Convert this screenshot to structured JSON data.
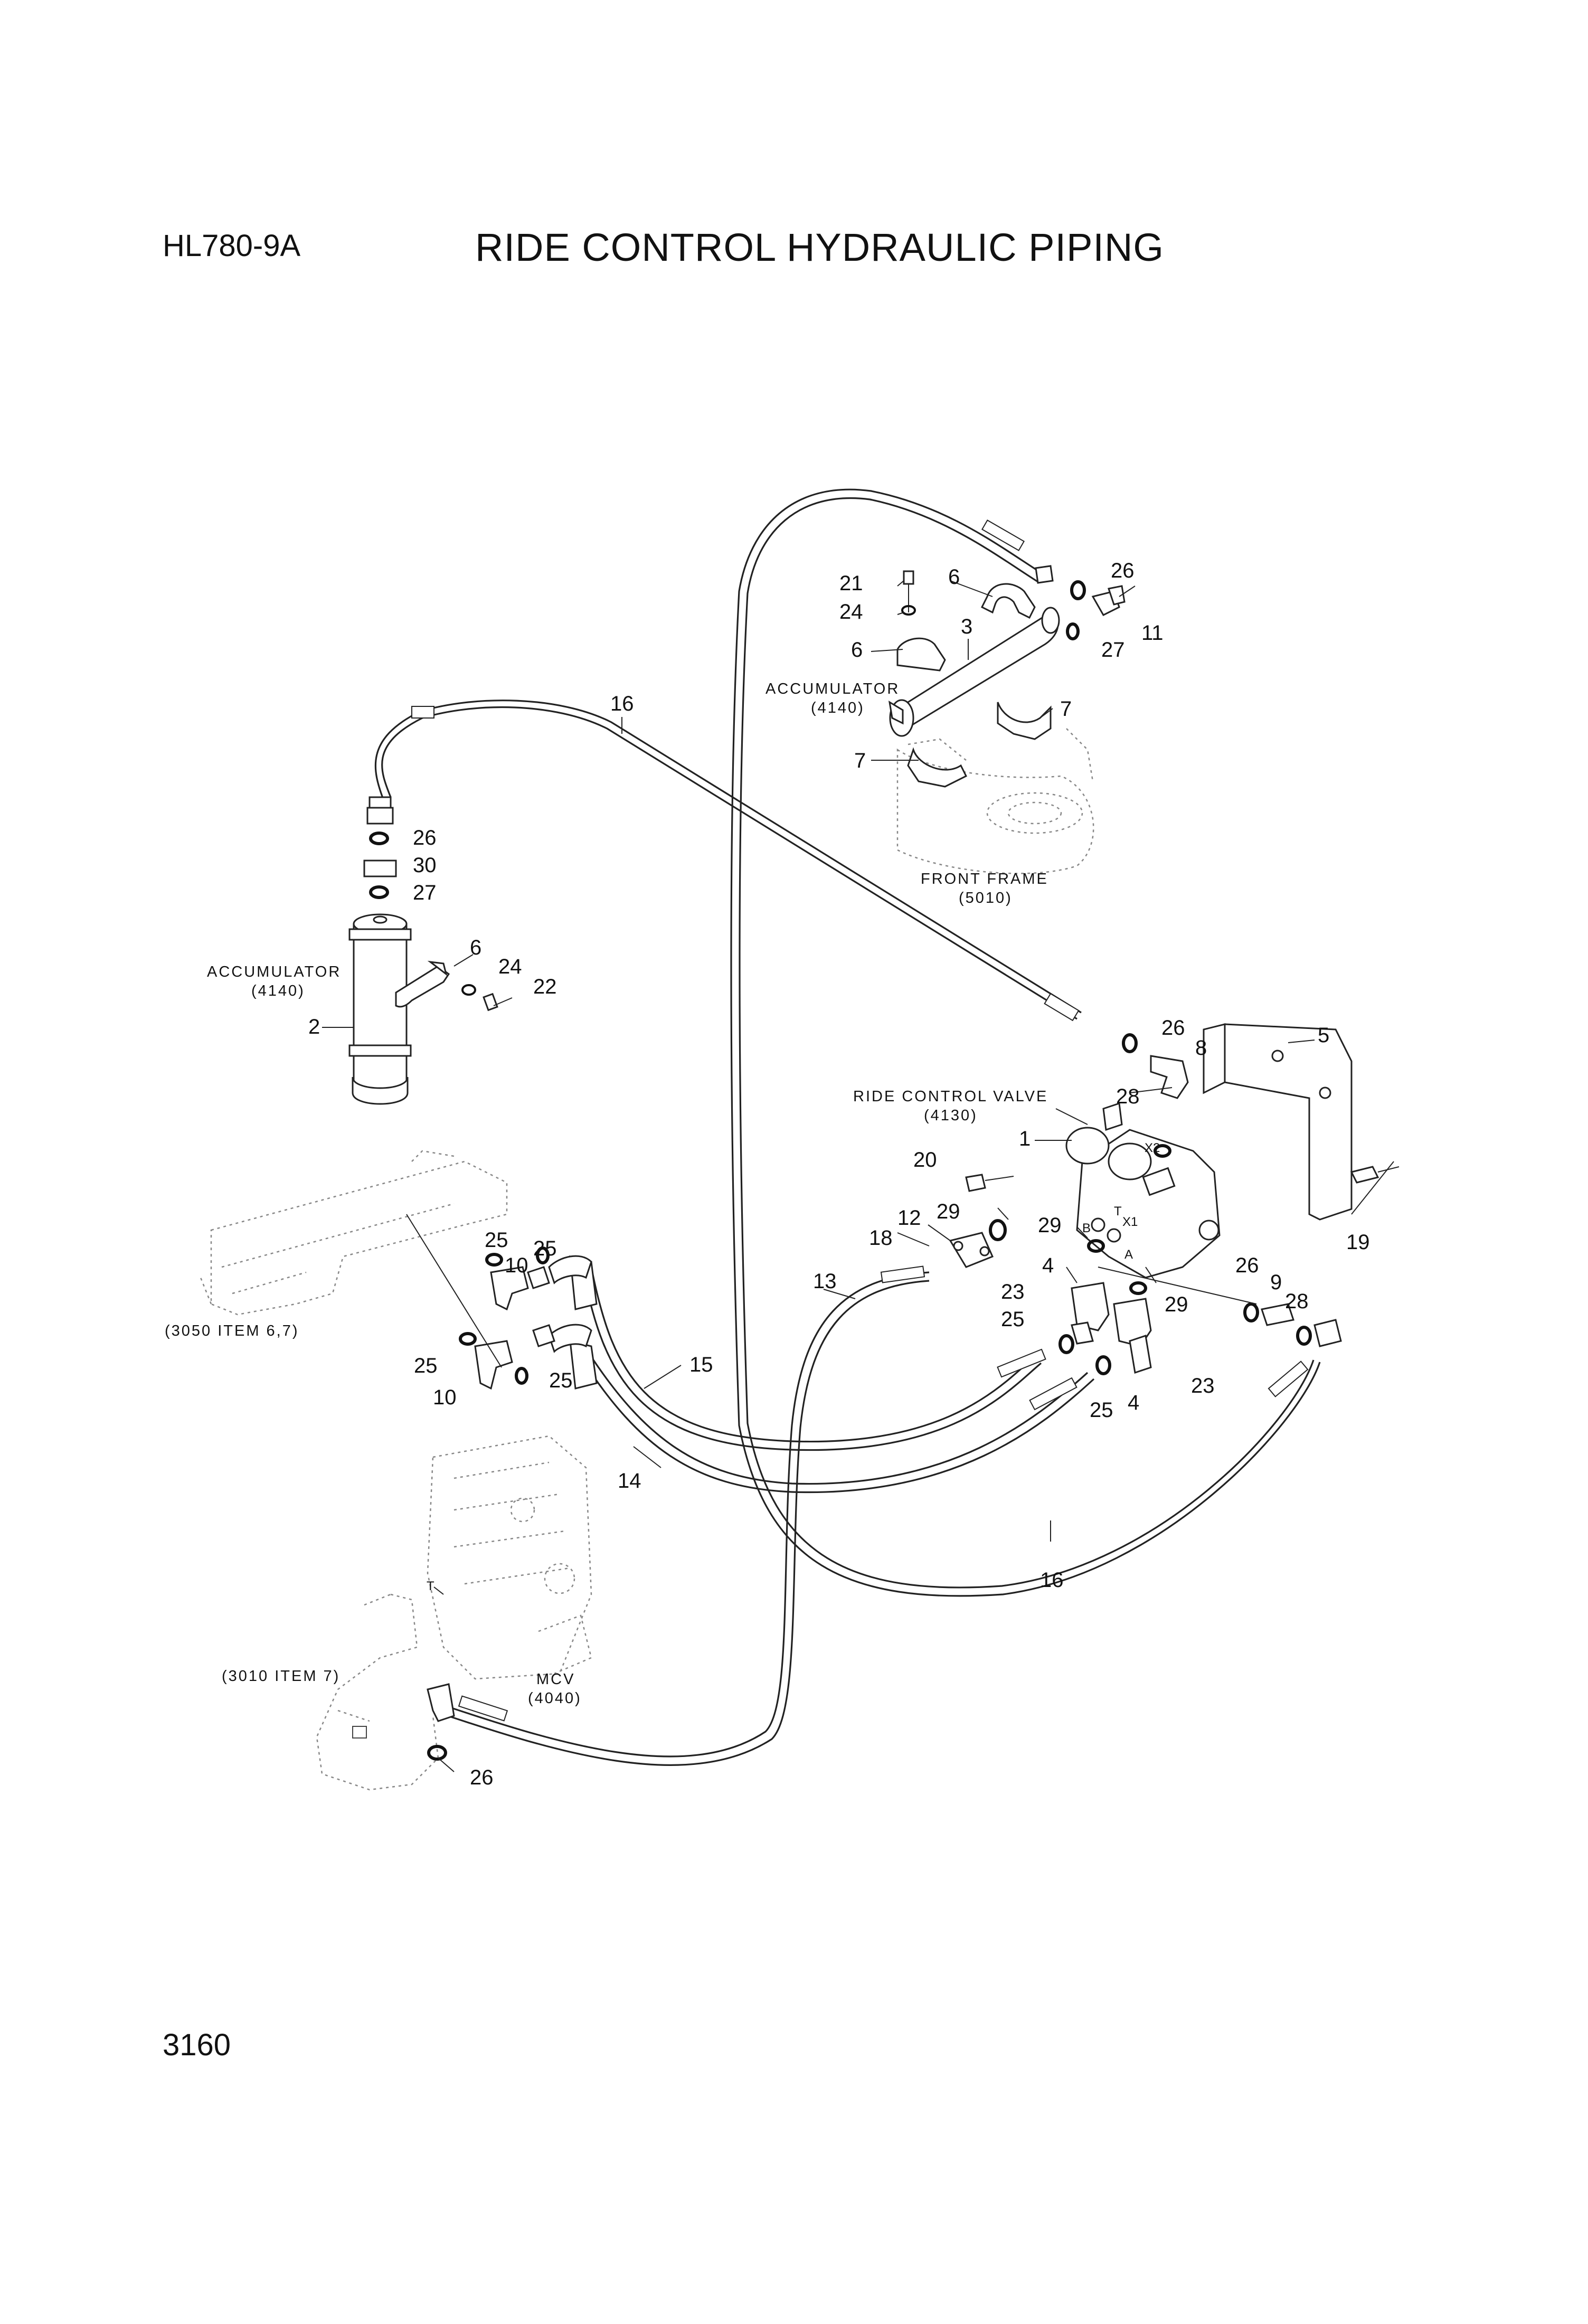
{
  "header": {
    "model": "HL780-9A",
    "title": "RIDE CONTROL HYDRAULIC PIPING"
  },
  "footer": {
    "page_number": "3160"
  },
  "labels": {
    "accumulator_top": "ACCUMULATOR",
    "accumulator_top_ref": "(4140)",
    "accumulator_left": "ACCUMULATOR",
    "accumulator_left_ref": "(4140)",
    "front_frame": "FRONT FRAME",
    "front_frame_ref": "(5010)",
    "ride_control_valve": "RIDE CONTROL VALVE",
    "ride_control_valve_ref": "(4130)",
    "item_3050": "(3050 ITEM 6,7)",
    "item_3010": "(3010 ITEM 7)",
    "mcv": "MCV",
    "mcv_ref": "(4040)"
  },
  "ports": {
    "x2": "X2",
    "x1": "X1",
    "t": "T",
    "b": "B",
    "a": "A",
    "t_mcv": "T"
  },
  "callouts": {
    "c21": "21",
    "c24a": "24",
    "c6a": "6",
    "c6b": "6",
    "c3": "3",
    "c26a": "26",
    "c11": "11",
    "c27a": "27",
    "c7a": "7",
    "c7b": "7",
    "c16a": "16",
    "c26b": "26",
    "c30": "30",
    "c27b": "27",
    "c6c": "6",
    "c24b": "24",
    "c22": "22",
    "c2": "2",
    "c26c": "26",
    "c8": "8",
    "c5": "5",
    "c28a": "28",
    "c1": "1",
    "c20": "20",
    "c19": "19",
    "c12": "12",
    "c29a": "29",
    "c29b": "29",
    "c18": "18",
    "c25a": "25",
    "c25b": "25",
    "c10a": "10",
    "c13": "13",
    "c4a": "4",
    "c23a": "23",
    "c25c": "25",
    "c29c": "29",
    "c26d": "26",
    "c9": "9",
    "c28b": "28",
    "c25d": "25",
    "c25e": "25",
    "c10b": "10",
    "c15": "15",
    "c23b": "23",
    "c25f": "25",
    "c4b": "4",
    "c14": "14",
    "c16b": "16",
    "c26e": "26"
  }
}
